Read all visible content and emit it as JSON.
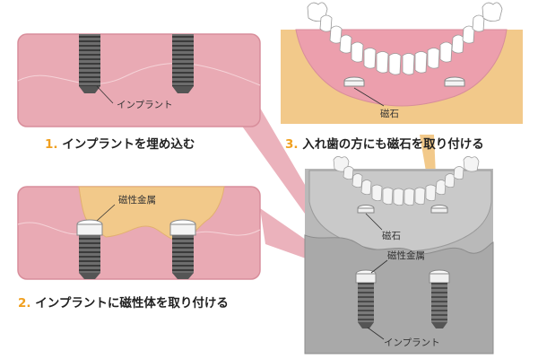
{
  "steps": [
    {
      "num": "1.",
      "text": " インプラントを埋め込む"
    },
    {
      "num": "2.",
      "text": " インプラントに磁性体を取り付ける"
    },
    {
      "num": "3.",
      "text": " 入れ歯の方にも磁石を取り付ける"
    }
  ],
  "labels": {
    "implant": "インプラント",
    "magnetic_metal": "磁性金属",
    "magnet": "磁石"
  },
  "colors": {
    "gum_pink": "#e8a6b0",
    "panel_border": "#d88e9b",
    "bone_yellow": "#f2c98a",
    "accent_number": "#f0a020",
    "xray_gray": "#b9b9b9"
  }
}
